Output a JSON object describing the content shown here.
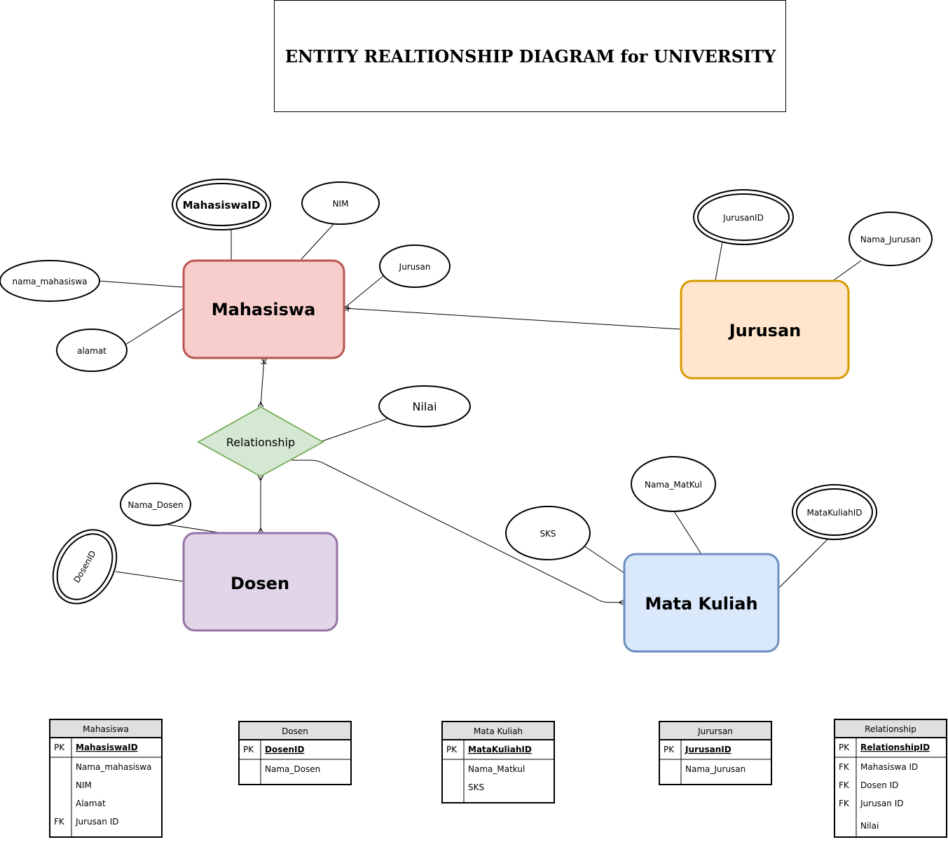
{
  "title": "ENTITY REALTIONSHIP DIAGRAM for UNIVERSITY",
  "colors": {
    "mahasiswa_fill": "#f8cecc",
    "mahasiswa_stroke": "#b85450",
    "jurusan_fill": "#ffe6cc",
    "jurusan_stroke": "#d79b00",
    "dosen_fill": "#e1d5e7",
    "dosen_stroke": "#9673a6",
    "matakuliah_fill": "#dae8fc",
    "matakuliah_stroke": "#6c8ebf",
    "relationship_fill": "#d5e8d4",
    "relationship_stroke": "#82b366",
    "table_header": "#e0e0e0"
  },
  "entities": {
    "mahasiswa": "Mahasiswa",
    "jurusan": "Jurusan",
    "dosen": "Dosen",
    "matakuliah": "Mata Kuliah"
  },
  "relationship": "Relationship",
  "attributes": {
    "mahasiswa_id": "MahasiswaID",
    "nim": "NIM",
    "jurusan": "Jurusan",
    "nama_mahasiswa": "nama_mahasiswa",
    "alamat": "alamat",
    "jurusan_id": "JurusanID",
    "nama_jurusan": "Nama_Jurusan",
    "nilai": "Nilai",
    "nama_dosen": "Nama_Dosen",
    "dosen_id": "DosenID",
    "sks": "SKS",
    "nama_matkul": "Nama_MatKul",
    "matakuliah_id": "MataKuliahID"
  },
  "tables": [
    {
      "name": "Mahasiswa",
      "pk": "MahasiswaID",
      "rows": [
        {
          "key": "",
          "field": "Nama_mahasiswa"
        },
        {
          "key": "",
          "field": "NIM"
        },
        {
          "key": "",
          "field": "Alamat"
        },
        {
          "key": "FK",
          "field": "Jurusan ID"
        }
      ]
    },
    {
      "name": "Dosen",
      "pk": "DosenID",
      "rows": [
        {
          "key": "",
          "field": "Nama_Dosen"
        }
      ]
    },
    {
      "name": "Mata Kuliah",
      "pk": "MataKuliahID",
      "rows": [
        {
          "key": "",
          "field": "Nama_Matkul"
        },
        {
          "key": "",
          "field": "SKS"
        }
      ]
    },
    {
      "name": "Jurursan",
      "pk": "JurusanID",
      "rows": [
        {
          "key": "",
          "field": "Nama_Jurusan"
        }
      ]
    },
    {
      "name": "Relationship",
      "pk": "RelationshipID",
      "rows": [
        {
          "key": "FK",
          "field": "Mahasiswa ID"
        },
        {
          "key": "FK",
          "field": "Dosen ID"
        },
        {
          "key": "FK",
          "field": "Jurusan ID"
        },
        {
          "key": "",
          "field": "Nilai"
        }
      ]
    }
  ],
  "pk_label": "PK"
}
